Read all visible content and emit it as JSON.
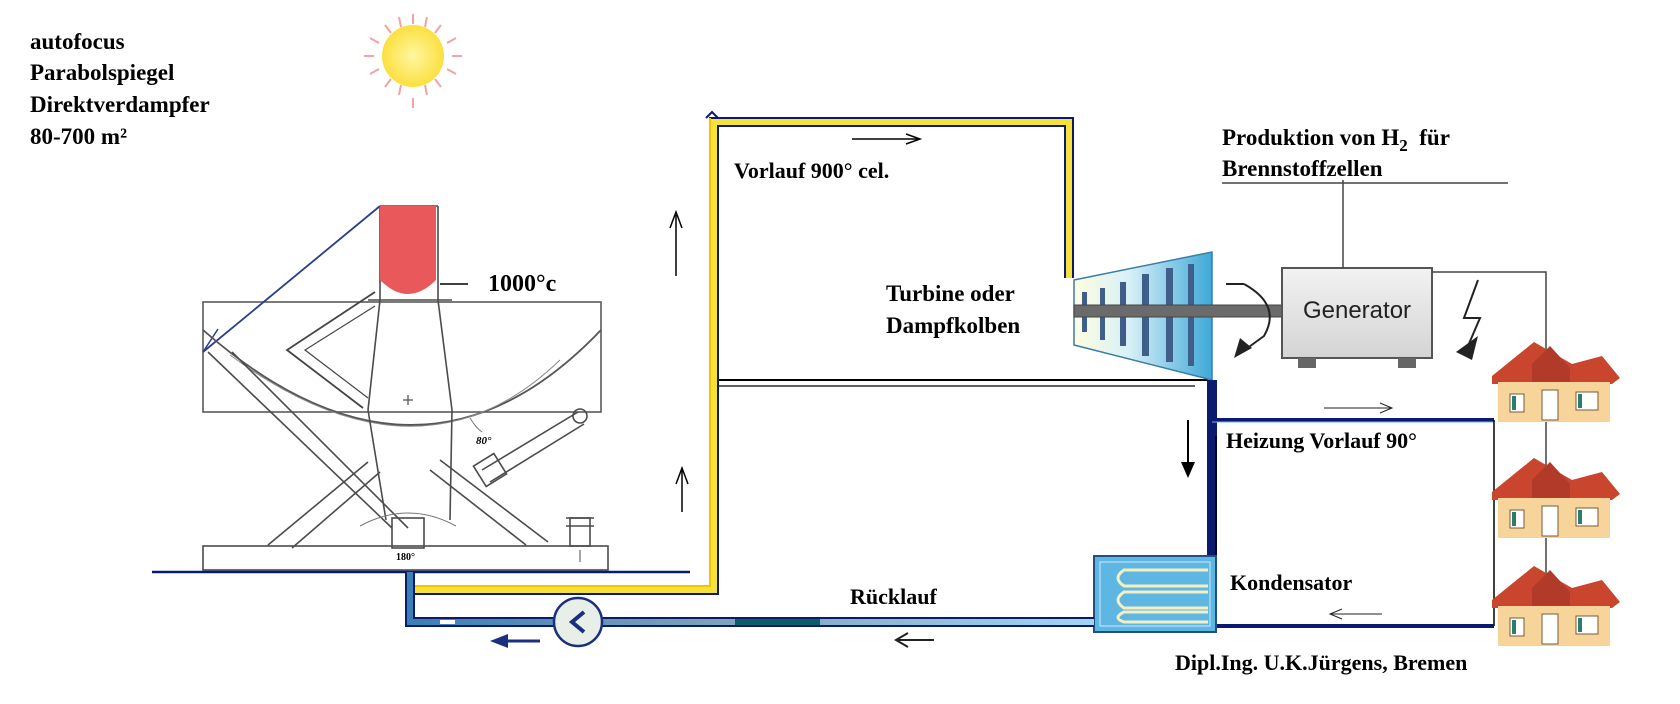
{
  "intro": {
    "line1": "autofocus",
    "line2": "Parabolspiegel",
    "line3": "Direktverdampfer",
    "line4": "80-700 m²"
  },
  "labels": {
    "temp_receiver": "1000°c",
    "vorlauf": "Vorlauf 900° cel.",
    "turbine_line1": "Turbine oder",
    "turbine_line2": "Dampfkolben",
    "generator": "Generator",
    "h2_prefix": "Produktion von H",
    "h2_sub": "2",
    "h2_suffix": "für",
    "h2_line2": "Brennstoffzellen",
    "heizung": "Heizung  Vorlauf 90°",
    "kondensator": "Kondensator",
    "ruecklauf": "Rücklauf",
    "credit": "Dipl.Ing. U.K.Jürgens, Bremen",
    "angle_80": "80°",
    "angle_180": "180°"
  },
  "colors": {
    "pipe_hot": "#f5e13a",
    "pipe_warm": "#f4c300",
    "pipe_cold": "#6fb2db",
    "pipe_line": "#0a1a6e",
    "sun": "#fde94e",
    "sun_rays": "#f3a3a3",
    "receiver": "#e9595c",
    "house_roof": "#c9452d",
    "house_wall": "#f7d59a"
  }
}
